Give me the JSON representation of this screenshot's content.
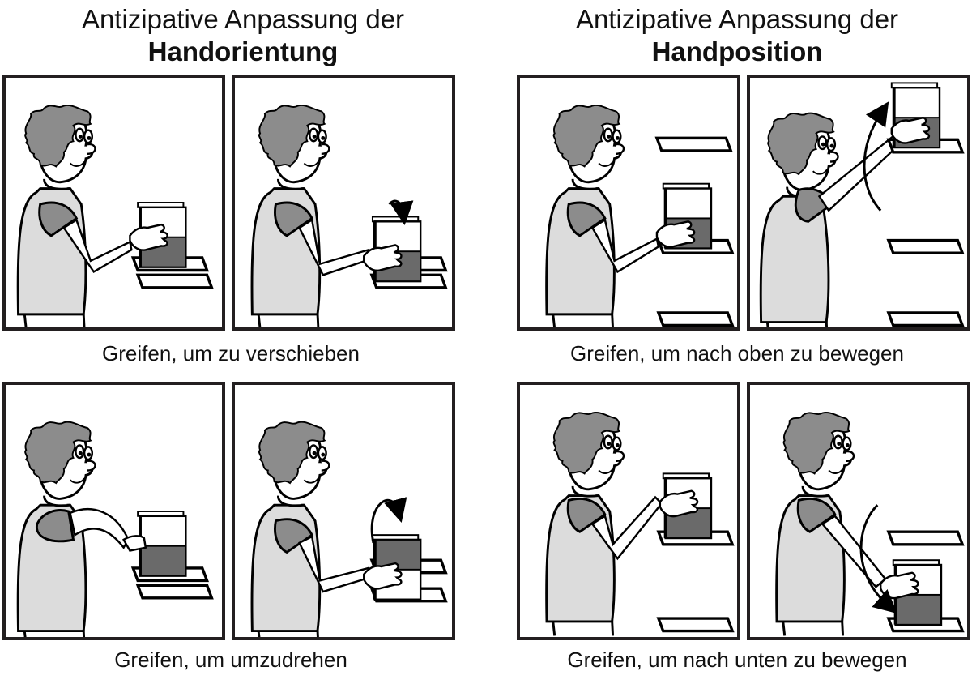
{
  "sections": {
    "orientation": {
      "title_line1": "Antizipative Anpassung der",
      "title_line2": "Handorientung",
      "captions": [
        "Greifen, um zu verschieben",
        "Greifen, um umzudrehen"
      ]
    },
    "position": {
      "title_line1": "Antizipative Anpassung der",
      "title_line2": "Handposition",
      "captions": [
        "Greifen, um nach oben zu bewegen",
        "Greifen, um nach unten zu bewegen"
      ]
    }
  },
  "panels": [
    {
      "id": "orientation-slide-start",
      "scene": "person grasping book on low shelf, hand sideways",
      "arrow": "none"
    },
    {
      "id": "orientation-slide-end",
      "scene": "book pulled forward off shelf",
      "arrow": "curved-down-small"
    },
    {
      "id": "orientation-turn-start",
      "scene": "person grasping book with hand turned under",
      "arrow": "none"
    },
    {
      "id": "orientation-turn-end",
      "scene": "book rotated upside down",
      "arrow": "curved-over"
    },
    {
      "id": "position-up-start",
      "scene": "person grasping book on middle shelf",
      "arrow": "none"
    },
    {
      "id": "position-up-end",
      "scene": "book lifted to top shelf",
      "arrow": "arc-up"
    },
    {
      "id": "position-down-start",
      "scene": "person grasping book on middle shelf",
      "arrow": "none"
    },
    {
      "id": "position-down-end",
      "scene": "book lowered to bottom shelf",
      "arrow": "arc-down"
    }
  ],
  "colors": {
    "frame": "#231f20",
    "hair": "#8c8c8c",
    "shirt": "#dcdcdc",
    "sleeve": "#8c8c8c",
    "book_dark": "#6a6a6a",
    "outline": "#000000"
  }
}
